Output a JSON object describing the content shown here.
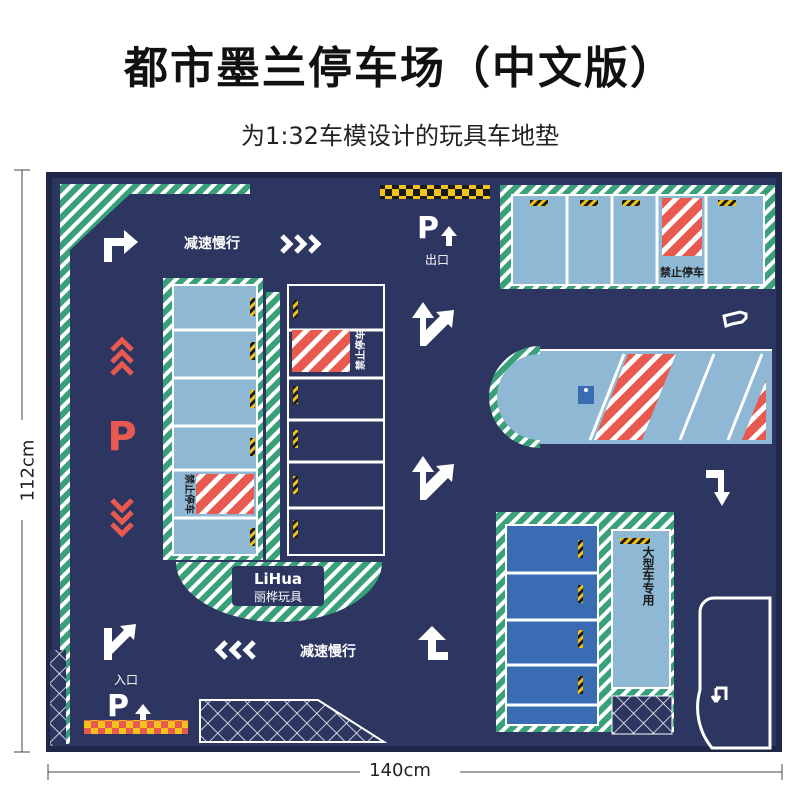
{
  "title": "都市墨兰停车场（中文版）",
  "subtitle": "为1:32车模设计的玩具车地垫",
  "dimensions": {
    "width_label": "140cm",
    "height_label": "112cm"
  },
  "mat": {
    "slow_down_top": "减速慢行",
    "slow_down_bottom": "减速慢行",
    "exit_label": "出口",
    "entrance_label": "入口",
    "parking_letter": "P",
    "no_parking_left": "禁止停车",
    "no_parking_middle": "禁止停车",
    "no_parking_top_right": "禁止停车",
    "large_vehicle_only": "大型车专用",
    "logo_name": "LiHua",
    "logo_sub": "丽桦玩具"
  },
  "colors": {
    "mat_background": "#2d3660",
    "parking_blue": "#8fb8d4",
    "accent_green": "#3aa07a",
    "warning_red": "#e85a4f",
    "warning_yellow": "#f2c21b"
  }
}
